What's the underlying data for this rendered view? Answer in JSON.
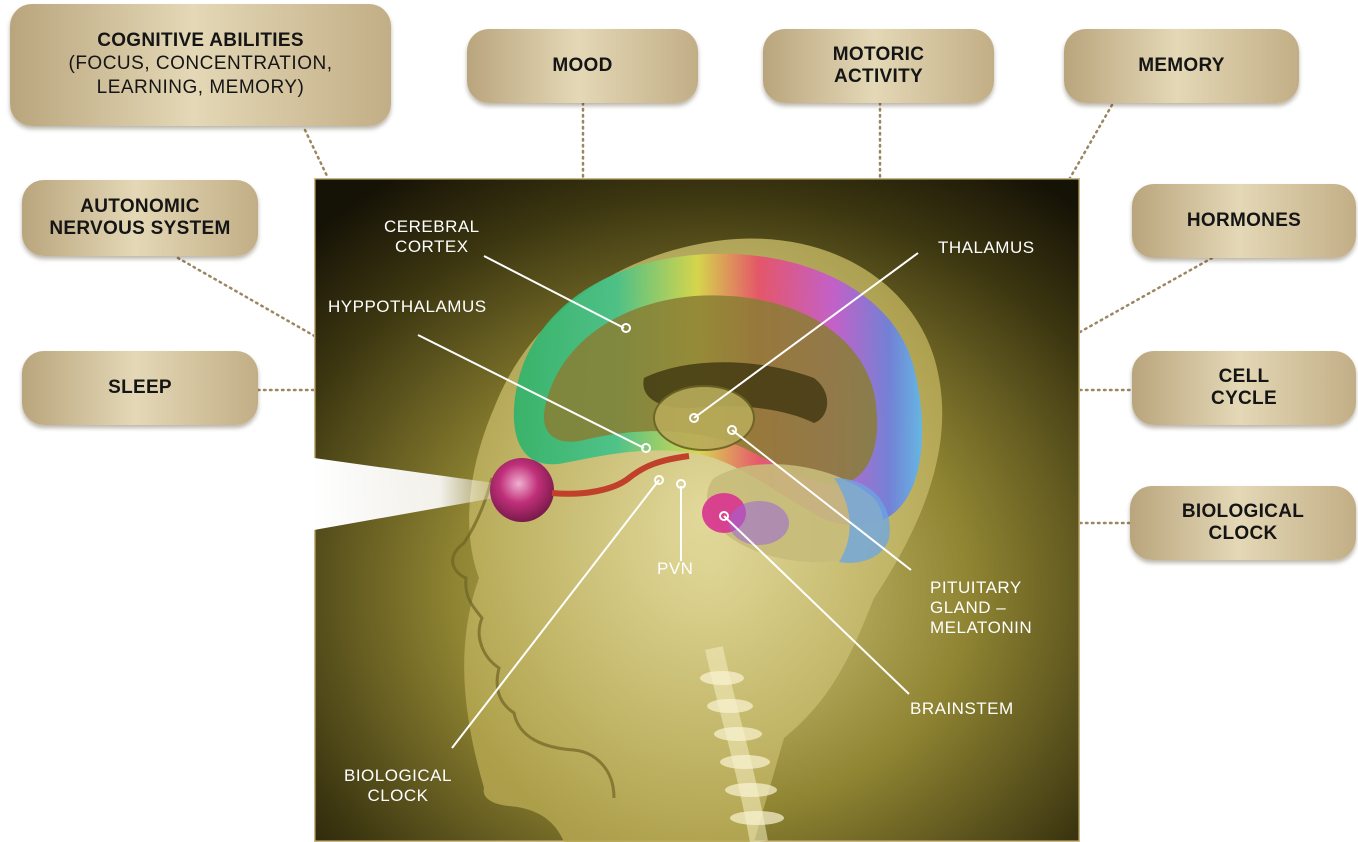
{
  "categories": {
    "cognitive_title": "COGNITIVE ABILITIES",
    "cognitive_sub": "(FOCUS, CONCENTRATION,\nLEARNING, MEMORY)",
    "mood": "MOOD",
    "motoric": "MOTORIC\nACTIVITY",
    "memory": "MEMORY",
    "autonomic": "AUTONOMIC\nNERVOUS SYSTEM",
    "hormones": "HORMONES",
    "sleep": "SLEEP",
    "cell_cycle": "CELL\nCYCLE",
    "biological_clock": "BIOLOGICAL\nCLOCK"
  },
  "brain_labels": {
    "cerebral_cortex": "CEREBRAL\nCORTEX",
    "thalamus": "THALAMUS",
    "hypothalamus": "HYPPOTHALAMUS",
    "pvn": "PVN",
    "pituitary": "PITUITARY\nGLAND –\nMELATONIN",
    "brainstem": "BRAINSTEM",
    "biological_clock": "BIOLOGICAL\nCLOCK"
  },
  "colors": {
    "box_gold": "#d8c9a3",
    "panel_dark": "#1a1608",
    "panel_glow": "#c8b85a",
    "connector": "#9a8660"
  }
}
